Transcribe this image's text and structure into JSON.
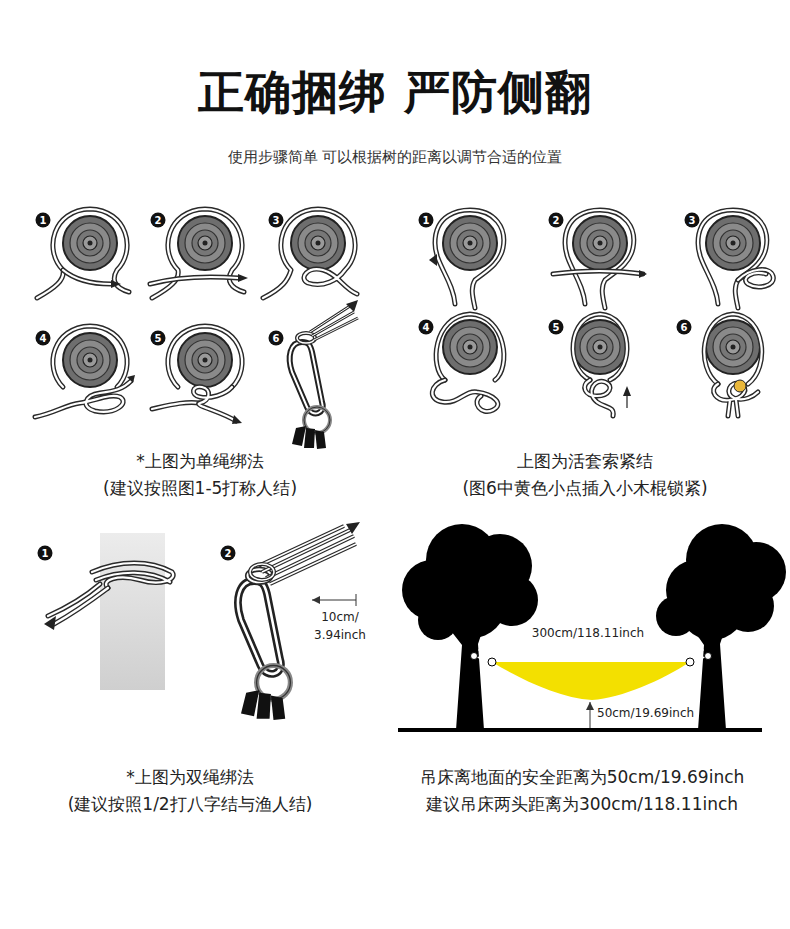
{
  "diagram": {
    "title": "正确捆绑 严防侧翻",
    "labels": [
      "使用步骤简单 可以根据树的距离以调节合适的位置",
      "1",
      "2",
      "3",
      "4",
      "5",
      "6",
      "*上图为单绳绑法",
      "(建议按照图1-5打称人结)",
      "1",
      "2",
      "3",
      "4",
      "5",
      "6",
      "上图为活套索紧结",
      "(图6中黄色小点插入小木棍锁紧)",
      "1",
      "2",
      "10cm/ 3.94inch",
      "300cm/118.11inch",
      "50cm/19.69inch",
      "*上图为双绳绑法",
      "(建议按照1/2打八字结与渔人结)",
      "吊床离地面的安全距离为50cm/19.69inch",
      "建议吊床两头距离为300cm/118.11inch"
    ]
  }
}
